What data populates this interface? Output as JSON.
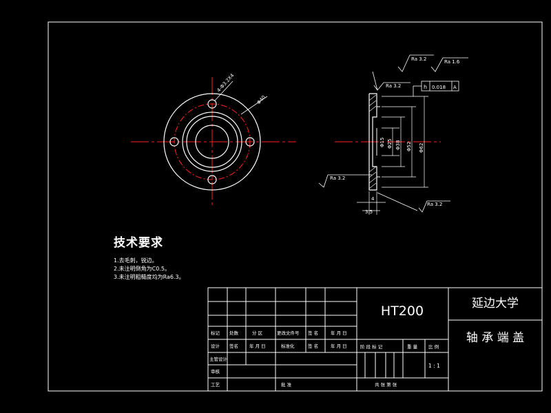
{
  "technical_requirements": {
    "title": "技术要求",
    "items": [
      "1.去毛刺，锐边。",
      "2.未注明倒角为C0.5。",
      "3.未注明粗糙度均为Ra6.3。"
    ]
  },
  "front_view": {
    "hole_callout": "4-Φ3.2X4",
    "bolt_circle_callout": "Φ40"
  },
  "section_view": {
    "roughness": [
      "Ra 3.2",
      "Ra 1.6",
      "Ra 3.2",
      "Ra 3.2",
      "Ra 3.2"
    ],
    "tolerance_symbol": "h",
    "tolerance_value": "0.018",
    "tolerance_datum": "A",
    "diameters": [
      "Φ15",
      "Φ25",
      "Φ38",
      "Φ52",
      "Φ62"
    ],
    "thicknesses": [
      "4",
      "3.5"
    ]
  },
  "title_block": {
    "material": "HT200",
    "school": "延边大学",
    "part_name": "轴 承 端 盖",
    "row1": [
      "标记",
      "处数",
      "分 区",
      "更改文件号",
      "签 名",
      "年 月 日"
    ],
    "row2": [
      "设计",
      "签名",
      "年 月 日",
      "标准化",
      "签 名",
      "年 月 日"
    ],
    "row3": [
      "主管设计"
    ],
    "row4": [
      "审核"
    ],
    "row5": [
      "工艺",
      "批 准"
    ],
    "stage_label": "阶 段 标 记",
    "weight_label": "重 量",
    "scale_label": "比 例",
    "scale_value": "1 : 1",
    "sheets_label": "共  张  第  张"
  },
  "colors": {
    "background": "#000000",
    "line": "#ffffff",
    "center_line": "#ff2020",
    "dimension": "#ffffff"
  }
}
